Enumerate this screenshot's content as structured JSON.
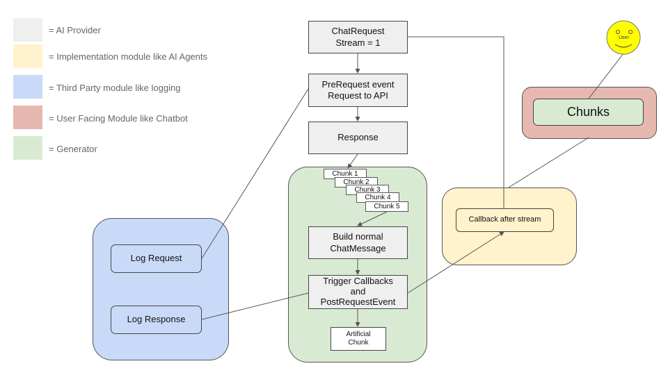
{
  "legend": {
    "items": [
      {
        "label": "= AI Provider",
        "color": "#efefef"
      },
      {
        "label": "= Implementation module like AI Agents",
        "color": "#fff2cc"
      },
      {
        "label": "= Third Party module like logging",
        "color": "#c9daf8"
      },
      {
        "label": "= User Facing Module like Chatbot",
        "color": "#e6b8af"
      },
      {
        "label": "= Generator",
        "color": "#d9ead3"
      }
    ]
  },
  "nodes": {
    "chat_request": "ChatRequest\nStream = 1",
    "prerequest": "PreRequest event\nRequest to API",
    "response": "Response",
    "build_message": "Build normal\nChatMessage",
    "trigger_callbacks": "Trigger Callbacks\nand\nPostRequestEvent",
    "artificial_chunk": "Artificial\nChunk",
    "log_request": "Log Request",
    "log_response": "Log Response",
    "callback_after_stream": "Callback after stream",
    "chunks_display": "Chunks"
  },
  "chunks": [
    "Chunk 1",
    "Chunk 2",
    "Chunk 3",
    "Chunk 4",
    "Chunk 5"
  ],
  "user": {
    "label": "User",
    "color": "#ffff00"
  },
  "colors": {
    "provider": "#efefef",
    "implementation": "#fff2cc",
    "third_party": "#c9daf8",
    "user_facing": "#e6b8af",
    "generator": "#d9ead3",
    "line": "#555555"
  }
}
